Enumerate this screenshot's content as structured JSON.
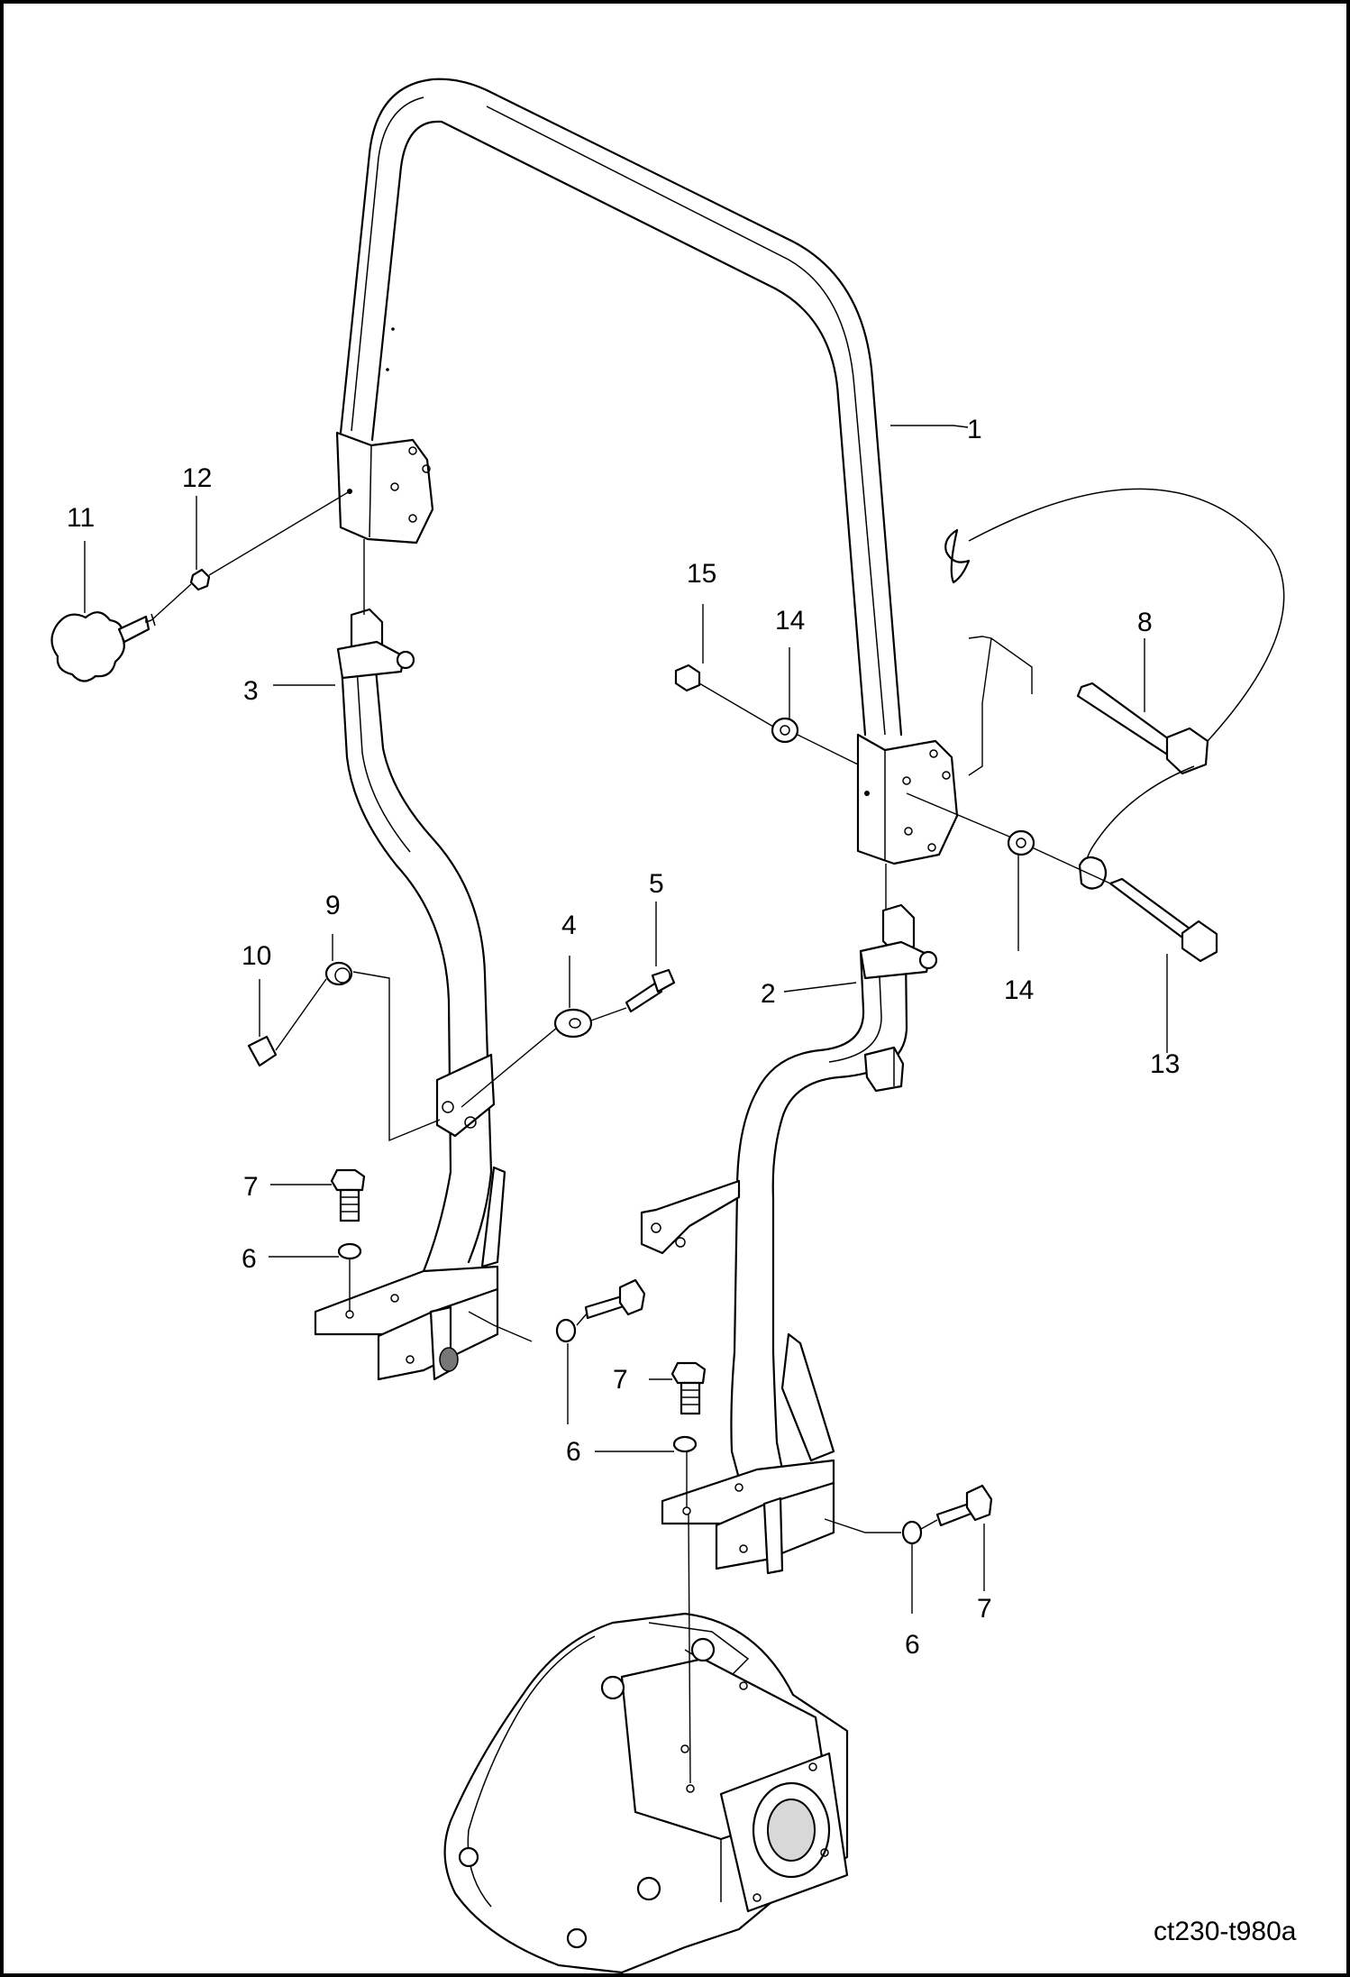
{
  "diagram": {
    "drawing_code": "ct230-t980a",
    "callouts": [
      {
        "id": "c1",
        "label": "1"
      },
      {
        "id": "c2",
        "label": "2"
      },
      {
        "id": "c3",
        "label": "3"
      },
      {
        "id": "c4",
        "label": "4"
      },
      {
        "id": "c5",
        "label": "5"
      },
      {
        "id": "c6a",
        "label": "6"
      },
      {
        "id": "c6b",
        "label": "6"
      },
      {
        "id": "c6c",
        "label": "6"
      },
      {
        "id": "c7a",
        "label": "7"
      },
      {
        "id": "c7b",
        "label": "7"
      },
      {
        "id": "c7c",
        "label": "7"
      },
      {
        "id": "c8",
        "label": "8"
      },
      {
        "id": "c9",
        "label": "9"
      },
      {
        "id": "c10",
        "label": "10"
      },
      {
        "id": "c11",
        "label": "11"
      },
      {
        "id": "c12",
        "label": "12"
      },
      {
        "id": "c13",
        "label": "13"
      },
      {
        "id": "c14a",
        "label": "14"
      },
      {
        "id": "c14b",
        "label": "14"
      },
      {
        "id": "c15",
        "label": "15"
      }
    ]
  }
}
